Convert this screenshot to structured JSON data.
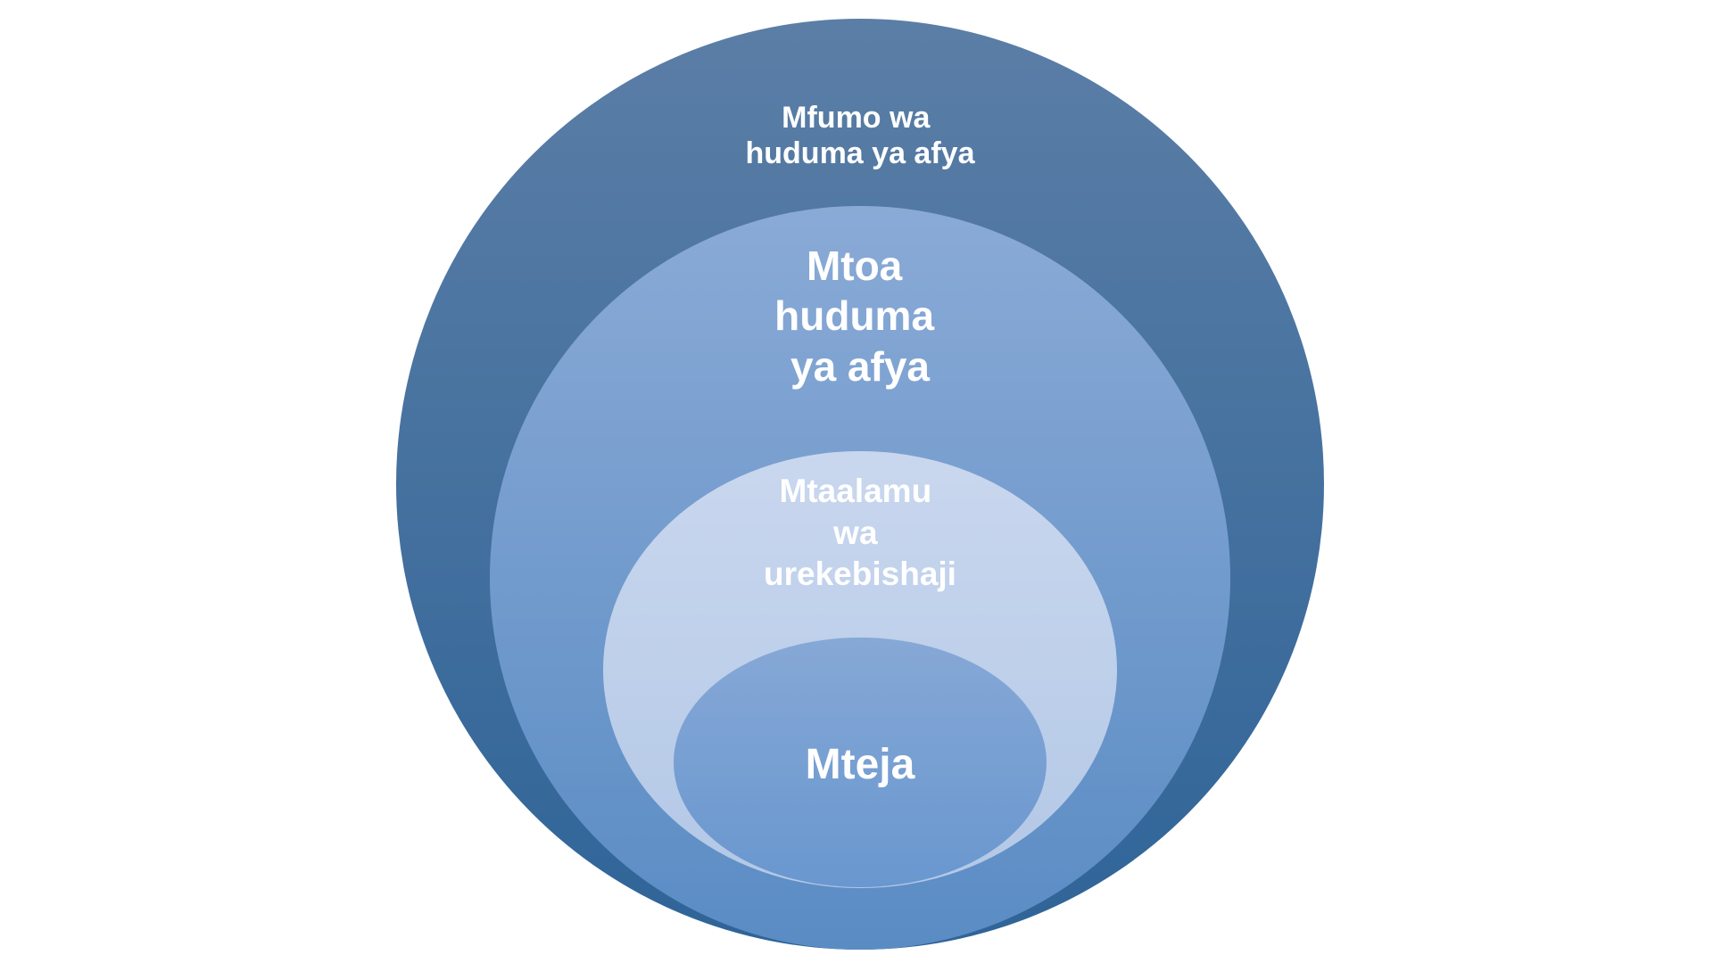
{
  "diagram": {
    "type": "nested-circles",
    "layers": [
      {
        "id": "system",
        "lines": [
          "Mfumo wa",
          "huduma ya afya"
        ],
        "color_top": "#5b7ea6",
        "color_bottom": "#2f6498"
      },
      {
        "id": "provider",
        "lines": [
          "Mtoa",
          "huduma",
          "ya afya"
        ],
        "color_top": "#8aaad6",
        "color_bottom": "#5a8cc4"
      },
      {
        "id": "professional",
        "lines": [
          "Mtaalamu",
          "wa",
          "urekebishaji"
        ],
        "color_top": "#c9d7ee",
        "color_bottom": "#b3c8e6"
      },
      {
        "id": "client",
        "lines": [
          "Mteja"
        ],
        "color_top": "#86a8d6",
        "color_bottom": "#6997cf"
      }
    ]
  }
}
